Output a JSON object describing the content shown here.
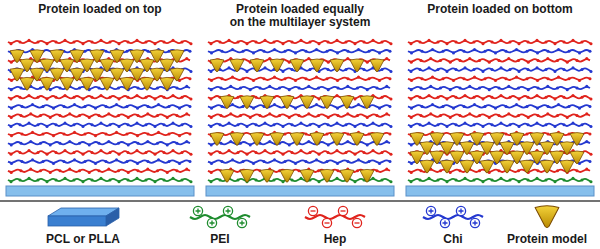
{
  "diagram": {
    "nodes": [
      {
        "text": [
          "Protein loaded on top"
        ]
      },
      {
        "text": [
          "Protein loaded equally on the multilayer system"
        ]
      },
      {
        "text": [
          "Protein loaded on bottom"
        ]
      }
    ],
    "legend": [
      {
        "text": "PCL or PLLA"
      },
      {
        "text": "PEI"
      },
      {
        "text": "Hep"
      },
      {
        "text": "Chi"
      },
      {
        "text": "Protein model"
      }
    ]
  }
}
